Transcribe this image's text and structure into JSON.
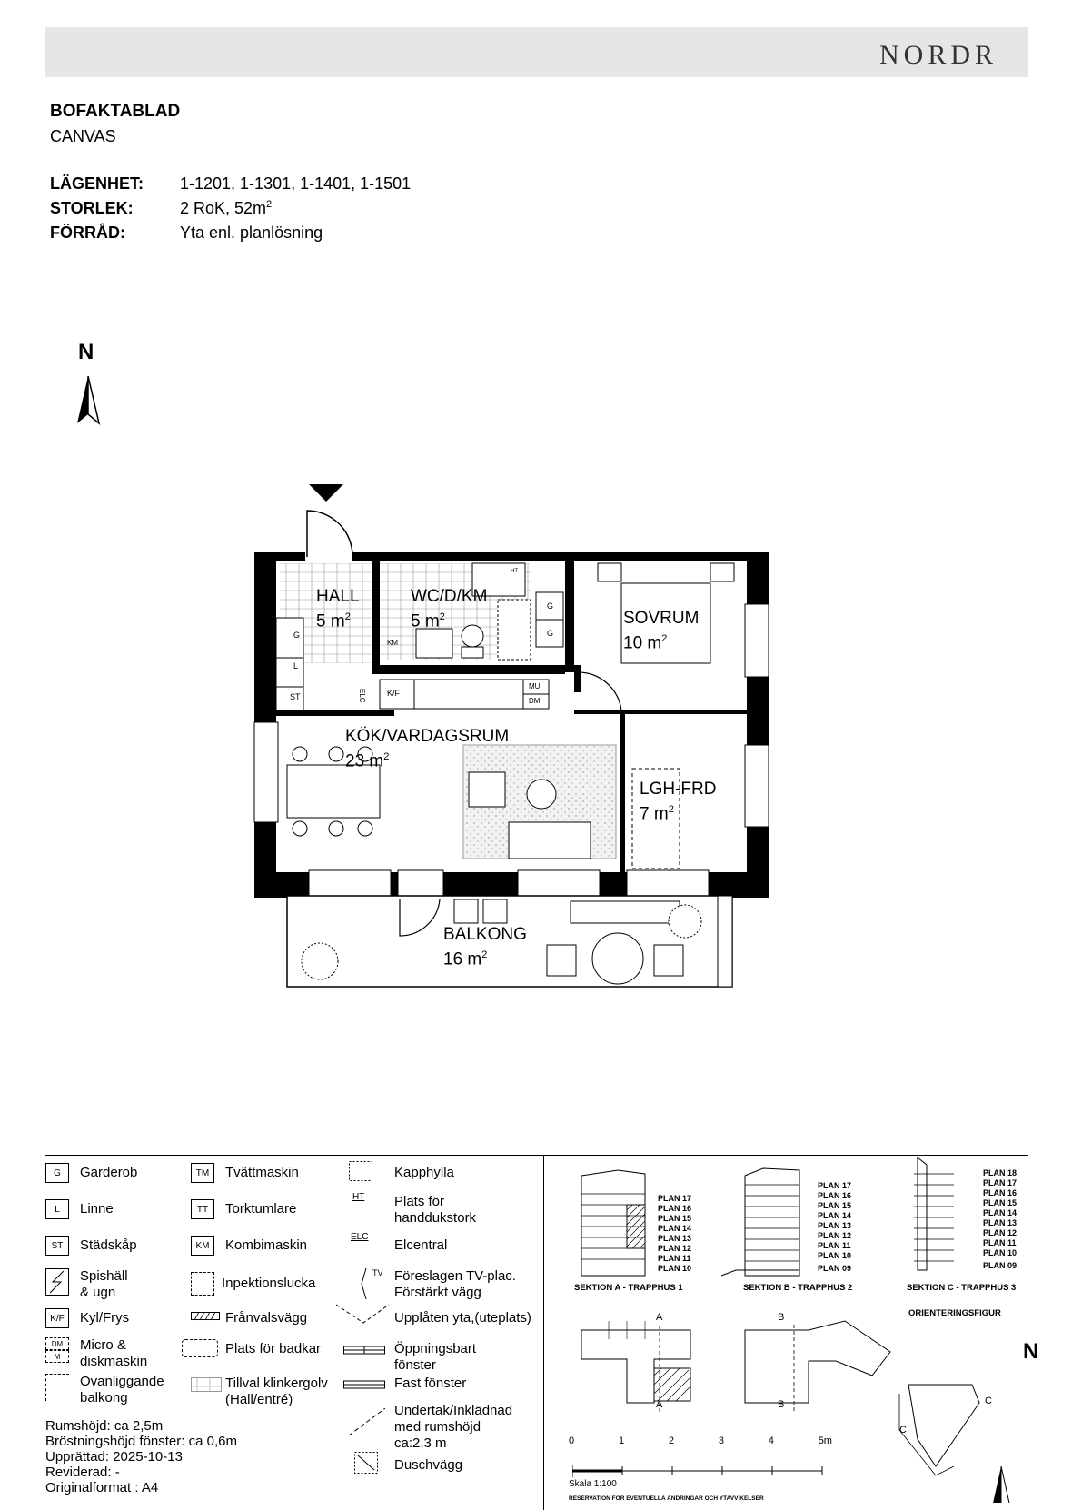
{
  "header": {
    "logo": "NORDR"
  },
  "document": {
    "title": "BOFAKTABLAD",
    "project": "CANVAS"
  },
  "apartment": {
    "label_apartment": "LÄGENHET:",
    "apartment_numbers": "1-1201, 1-1301, 1-1401, 1-1501",
    "label_size": "STORLEK:",
    "size_value": "2 RoK, 52m",
    "size_sup": "2",
    "label_storage": "FÖRRÅD:",
    "storage_value": "Yta enl. planlösning"
  },
  "north": "N",
  "rooms": {
    "hall": {
      "name": "HALL",
      "area": "5 m",
      "sup": "2"
    },
    "wc": {
      "name": "WC/D/KM",
      "area": "5 m",
      "sup": "2"
    },
    "sovrum": {
      "name": "SOVRUM",
      "area": "10 m",
      "sup": "2"
    },
    "kok": {
      "name": "KÖK/VARDAGSRUM",
      "area": "23 m",
      "sup": "2"
    },
    "lghfrd": {
      "name": "LGH-FRD",
      "area": "7 m",
      "sup": "2"
    },
    "balkong": {
      "name": "BALKONG",
      "area": "16 m",
      "sup": "2"
    }
  },
  "plan_tags": {
    "g": "G",
    "l": "L",
    "st": "ST",
    "km": "KM",
    "kf": "K/F",
    "elc": "ELC",
    "mu": "MU",
    "dm": "DM",
    "ht": "HT"
  },
  "legend": {
    "col1": [
      {
        "sym": "G",
        "label": "Garderob"
      },
      {
        "sym": "L",
        "label": "Linne"
      },
      {
        "sym": "ST",
        "label": "Städskåp"
      },
      {
        "sym": "",
        "label": "Spishäll\n& ugn"
      },
      {
        "sym": "K/F",
        "label": "Kyl/Frys"
      },
      {
        "sym": "DM",
        "label": "Micro &\ndiskmaskin"
      },
      {
        "sym": "",
        "label": "Ovanliggande\nbalkong"
      }
    ],
    "col2": [
      {
        "sym": "TM",
        "label": "Tvättmaskin"
      },
      {
        "sym": "TT",
        "label": "Torktumlare"
      },
      {
        "sym": "KM",
        "label": "Kombimaskin"
      },
      {
        "sym": "",
        "label": "Inpektionslucka"
      },
      {
        "sym": "",
        "label": "Frånvalsvägg"
      },
      {
        "sym": "",
        "label": "Plats för badkar"
      },
      {
        "sym": "",
        "label": "Tillval klinkergolv\n(Hall/entré)"
      }
    ],
    "col3": [
      {
        "sym": "",
        "label": "Kapphylla"
      },
      {
        "sym": "HT",
        "label": "Plats för\nhanddukstork"
      },
      {
        "sym": "ELC",
        "label": "Elcentral"
      },
      {
        "sym": "TV",
        "label": "Föreslagen TV-plac.\nFörstärkt vägg"
      },
      {
        "sym": "",
        "label": "Upplåten yta,(uteplats)"
      },
      {
        "sym": "",
        "label": "Öppningsbart\nfönster"
      },
      {
        "sym": "",
        "label": "Fast fönster"
      },
      {
        "sym": "",
        "label": "Undertak/Inklädnad\nmed rumshöjd\nca:2,3 m"
      },
      {
        "sym": "",
        "label": "Duschvägg"
      }
    ],
    "dm_sub": "M"
  },
  "notes": {
    "ceiling": "Rumshöjd: ca 2,5m",
    "window": "Bröstningshöjd fönster: ca 0,6m",
    "created": "Upprättad: 2025-10-13",
    "revised": "Reviderad: -",
    "format": "Originalformat : A4"
  },
  "sections": {
    "a": {
      "title": "SEKTION  A - TRAPPHUS 1",
      "plans": [
        "PLAN 17",
        "PLAN 16",
        "PLAN 15",
        "PLAN 14",
        "PLAN 13",
        "PLAN 12",
        "PLAN 11",
        "PLAN 10"
      ]
    },
    "b": {
      "title": "SEKTION B - TRAPPHUS 2",
      "plans": [
        "PLAN 17",
        "PLAN 16",
        "PLAN 15",
        "PLAN 14",
        "PLAN 13",
        "PLAN 12",
        "PLAN 11",
        "PLAN 10"
      ],
      "bottom": "PLAN 09"
    },
    "c": {
      "title": "SEKTION C - TRAPPHUS 3",
      "plans": [
        "PLAN 18",
        "PLAN 17",
        "PLAN 16",
        "PLAN 15",
        "PLAN 14",
        "PLAN 13",
        "PLAN 12",
        "PLAN 11",
        "PLAN 10"
      ],
      "bottom": "PLAN 09"
    },
    "orientation": "ORIENTERINGSFIGUR",
    "mark_a": "A",
    "mark_b": "B",
    "mark_c": "C"
  },
  "scale": {
    "ticks": [
      "0",
      "1",
      "2",
      "3",
      "4",
      "5m"
    ],
    "label": "Skala 1:100",
    "reservation": "RESERVATION FÖR EVENTUELLA ÄNDRINGAR OCH YTAVVIKELSER"
  }
}
